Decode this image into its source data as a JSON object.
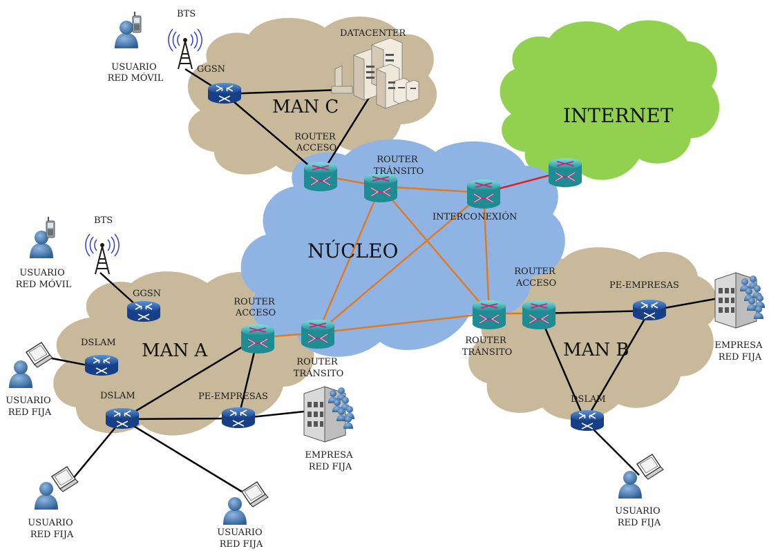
{
  "colors": {
    "man_cloud": "#c8b99a",
    "core_cloud": "#8fb4e3",
    "internet_cloud": "#92d050",
    "core_link": "#e07a20",
    "internet_link": "#e0201e",
    "access_link": "#000000",
    "router_blue": "#1f5fb8",
    "router_teal": "#35b5b8",
    "user_blue": "#3f78b0"
  },
  "clouds": {
    "man_c": "MAN C",
    "internet": "INTERNET",
    "nucleo": "NÚCLEO",
    "man_a": "MAN A",
    "man_b": "MAN B"
  },
  "labels": {
    "bts_top": "BTS",
    "datacenter": "DATACENTER",
    "ggsn_top": "GGSN",
    "user_mobile_top": [
      "USUARIO",
      "RED MÓVIL"
    ],
    "router_acceso_c": [
      "ROUTER",
      "ACCESO"
    ],
    "router_transito_top": [
      "ROUTER",
      "TRÁNSITO"
    ],
    "interconexion": "INTERCONEXIÓN",
    "bts_left": "BTS",
    "user_mobile_left": [
      "USUARIO",
      "RED MÓVIL"
    ],
    "ggsn_left": "GGSN",
    "router_acceso_a": [
      "ROUTER",
      "ACCESO"
    ],
    "router_transito_a": [
      "ROUTER",
      "TRÁNSITO"
    ],
    "dslam_a1": "DSLAM",
    "dslam_a2": "DSLAM",
    "pe_empresas_a": "PE-EMPRESAS",
    "user_fija_a1": [
      "USUARIO",
      "RED FIJA"
    ],
    "user_fija_a2": [
      "USUARIO",
      "RED FIJA"
    ],
    "user_fija_a3": [
      "USUARIO",
      "RED FIJA"
    ],
    "empresa_a": [
      "EMPRESA",
      "RED FIJA"
    ],
    "router_transito_b": [
      "ROUTER",
      "TRÁNSITO"
    ],
    "router_acceso_b": [
      "ROUTER",
      "ACCESO"
    ],
    "pe_empresas_b": "PE-EMPRESAS",
    "empresa_b": [
      "EMPRESA",
      "RED FIJA"
    ],
    "dslam_b": "DSLAM",
    "user_fija_b": [
      "USUARIO",
      "RED FIJA"
    ]
  }
}
